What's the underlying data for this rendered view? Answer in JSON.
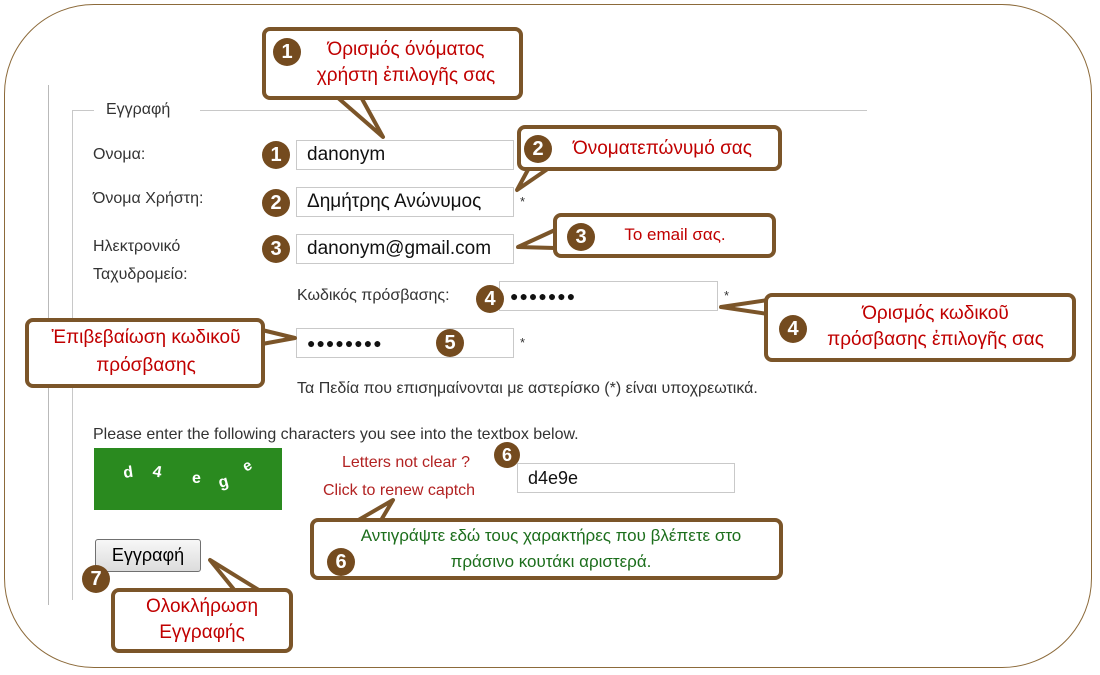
{
  "form": {
    "legend": "Εγγραφή",
    "name_label": "Ονομα:",
    "username_label": "Όνομα Χρήστη:",
    "email_label_line1": "Ηλεκτρονικό",
    "email_label_line2": "Ταχυδρομείο:",
    "password_label": "Κωδικός πρόσβασης:",
    "name_value": "danonym",
    "username_value": "Δημήτρης Ανώνυμος",
    "email_value": "danonym@gmail.com",
    "password_value": "●●●●●●●",
    "confirm_value": "●●●●●●●●",
    "required_star": "*",
    "required_note": "Τα Πεδία που επισημαίνονται με αστερίσκο (*) είναι υποχρεωτικά.",
    "captcha_prompt": "Please enter the following characters you see into the textbox below.",
    "captcha_image_text": "d 4 e g e",
    "letters_not_clear": "Letters not clear ?",
    "renew_captcha": "Click to renew captch",
    "captcha_value": "d4e9e",
    "submit_label": "Εγγραφή"
  },
  "badges": {
    "one": "1",
    "two": "2",
    "three": "3",
    "four": "4",
    "five": "5",
    "six": "6",
    "seven": "7"
  },
  "callouts": {
    "c1_line1": "Όρισμός όνόματος",
    "c1_line2": "χρήστη ἐπιλογῆς σας",
    "c2": "Όνοματεπώνυμό σας",
    "c3": "Το email σας.",
    "c4_line1": "Όρισμός κωδικοῦ",
    "c4_line2": "πρόσβασης ἐπιλογῆς σας",
    "c5_line1": "Ἐπιβεβαίωση κωδικοῦ",
    "c5_line2": "πρόσβασης",
    "c6_line1": "Αντιγράψτε εδώ τους χαρακτήρες που βλέπετε στο",
    "c6_line2": "πράσινο κουτάκι αριστερά.",
    "c7_line1": "Ολοκλήρωση",
    "c7_line2": "Εγγραφής"
  },
  "colors": {
    "callout_border": "#7b5529",
    "badge": "#744b1f",
    "callout_text": "#c00000",
    "note_green": "#1c6e1c",
    "captcha_bg": "#2a8a1f"
  }
}
